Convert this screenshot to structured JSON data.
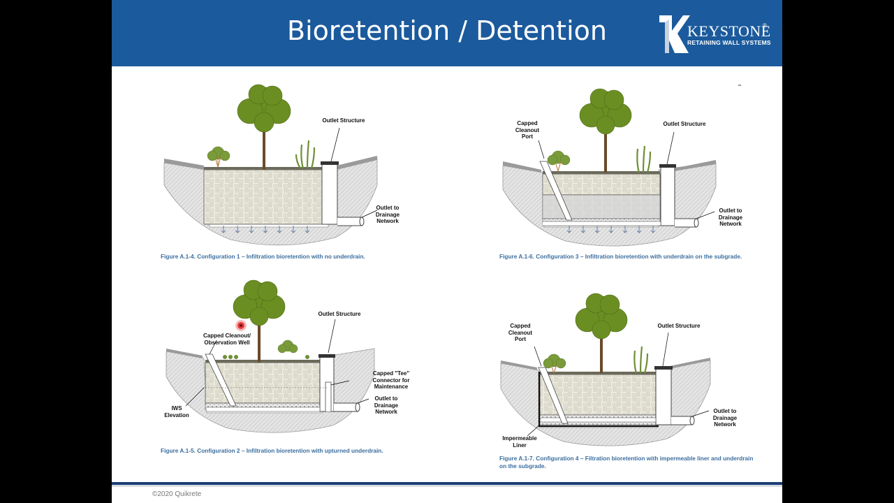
{
  "slide": {
    "title": "Bioretention / Detention",
    "logo": {
      "name": "KEYSTONE",
      "mark": "®",
      "tagline": "RETAINING WALL SYSTEMS"
    },
    "copyright": "©2020 Quikrete"
  },
  "figures": [
    {
      "id": "A.1-4",
      "caption": "Figure A.1-4. Configuration 1 – Infiltration bioretention with no underdrain.",
      "labels": {
        "outlet_structure": "Outlet Structure",
        "outlet_to_drainage": "Outlet to\nDrainage\nNetwork"
      }
    },
    {
      "id": "A.1-6",
      "caption": "Figure A.1-6. Configuration 3 – Infiltration bioretention with underdrain on the subgrade.",
      "labels": {
        "capped_cleanout": "Capped\nCleanout\nPort",
        "outlet_structure": "Outlet Structure",
        "outlet_to_drainage": "Outlet to\nDrainage\nNetwork"
      }
    },
    {
      "id": "A.1-5",
      "caption": "Figure A.1-5. Configuration 2 – Infiltration bioretention with upturned underdrain.",
      "labels": {
        "capped_cleanout": "Capped Cleanout/\nObservation Well",
        "outlet_structure": "Outlet Structure",
        "tee_connector": "Capped \"Tee\"\nConnector for\nMaintenance",
        "outlet_to_drainage": "Outlet to\nDrainage\nNetwork",
        "iws_elevation": "IWS\nElevation"
      }
    },
    {
      "id": "A.1-7",
      "caption": "Figure A.1-7. Configuration 4 – Filtration bioretention with impermeable liner and underdrain\non the subgrade.",
      "labels": {
        "capped_cleanout": "Capped\nCleanout\nPort",
        "outlet_structure": "Outlet Structure",
        "outlet_to_drainage": "Outlet to\nDrainage\nNetwork",
        "impermeable_liner": "Impermeable\nLiner"
      }
    }
  ]
}
